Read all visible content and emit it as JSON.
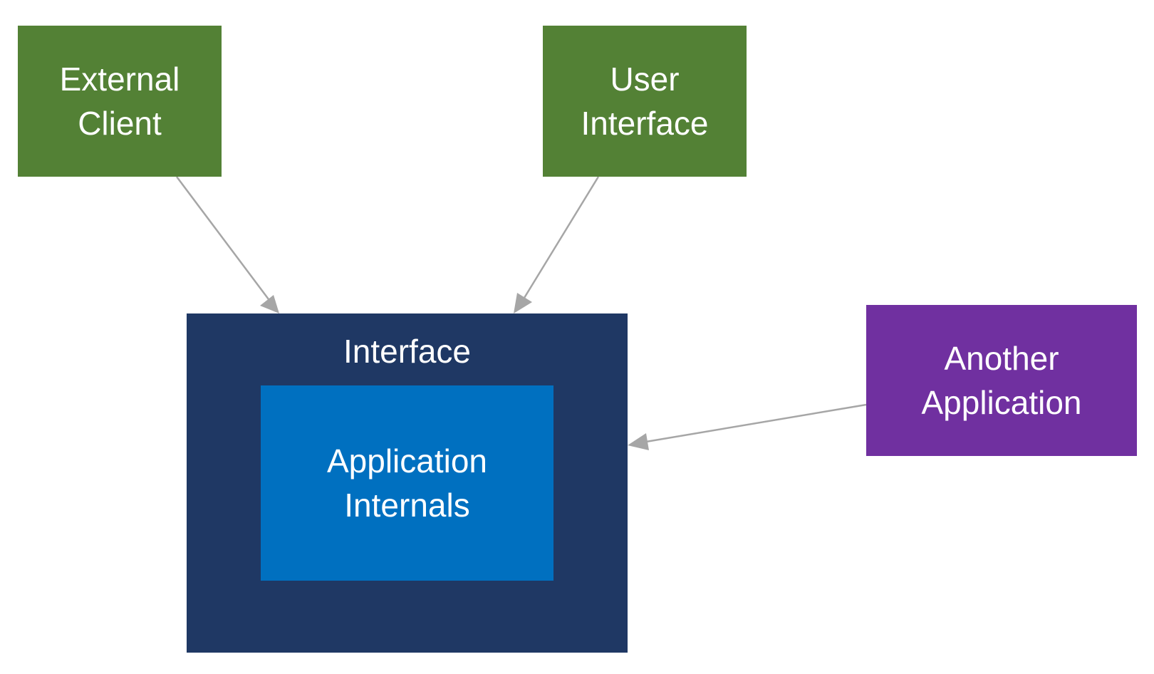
{
  "nodes": {
    "external_client": {
      "line1": "External",
      "line2": "Client",
      "color": "#538135"
    },
    "user_interface": {
      "line1": "User",
      "line2": "Interface",
      "color": "#538135"
    },
    "another_application": {
      "line1": "Another",
      "line2": "Application",
      "color": "#7030A0"
    },
    "interface": {
      "title": "Interface",
      "color": "#1F3864"
    },
    "application_internals": {
      "line1": "Application",
      "line2": "Internals",
      "color": "#0070C0"
    }
  },
  "edges": [
    {
      "from": "External Client",
      "to": "Interface"
    },
    {
      "from": "User Interface",
      "to": "Interface"
    },
    {
      "from": "Another Application",
      "to": "Interface"
    }
  ],
  "connector_color": "#A6A6A6"
}
